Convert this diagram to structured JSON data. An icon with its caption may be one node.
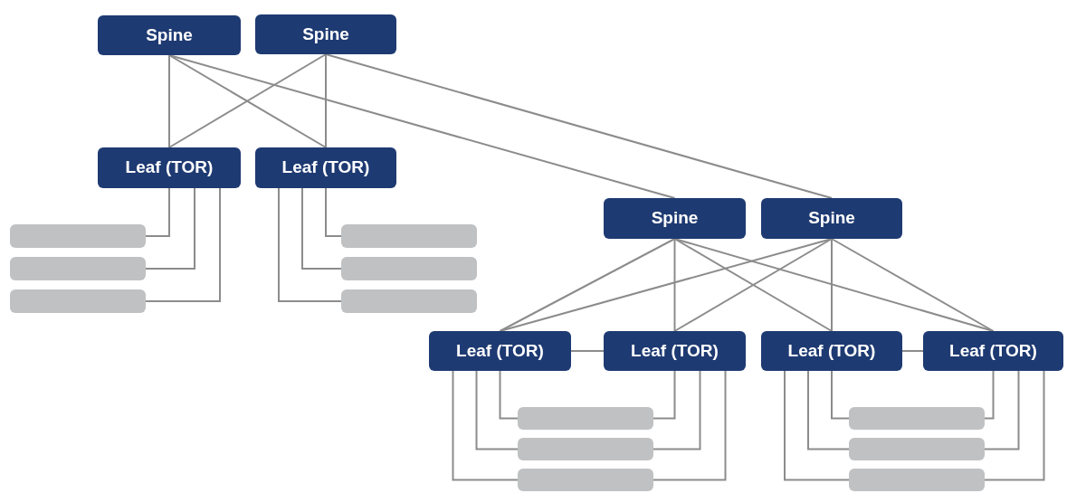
{
  "diagram": {
    "nodes": [
      {
        "text": [
          "Spine"
        ]
      },
      {
        "text": [
          "Spine"
        ]
      },
      {
        "text": [
          "Leaf (TOR)"
        ]
      },
      {
        "text": [
          "Leaf (TOR)"
        ]
      },
      {
        "text": [
          "Spine"
        ]
      },
      {
        "text": [
          "Spine"
        ]
      },
      {
        "text": [
          "Leaf (TOR)"
        ]
      },
      {
        "text": [
          "Leaf (TOR)"
        ]
      },
      {
        "text": [
          "Leaf (TOR)"
        ]
      },
      {
        "text": [
          "Leaf (TOR)"
        ]
      },
      {
        "text": [],
        "shape": "bar"
      },
      {
        "text": [],
        "shape": "bar"
      },
      {
        "text": [],
        "shape": "bar"
      },
      {
        "text": [],
        "shape": "bar"
      },
      {
        "text": [],
        "shape": "bar"
      },
      {
        "text": [],
        "shape": "bar"
      },
      {
        "text": [],
        "shape": "bar"
      },
      {
        "text": [],
        "shape": "bar"
      },
      {
        "text": [],
        "shape": "bar"
      },
      {
        "text": [],
        "shape": "bar"
      },
      {
        "text": [],
        "shape": "bar"
      },
      {
        "text": [],
        "shape": "bar"
      }
    ],
    "edges": [
      {
        "from": 0,
        "to": 2,
        "arrow": "none"
      },
      {
        "from": 0,
        "to": 3,
        "arrow": "none"
      },
      {
        "from": 1,
        "to": 2,
        "arrow": "none"
      },
      {
        "from": 1,
        "to": 3,
        "arrow": "none"
      },
      {
        "from": 0,
        "to": 4,
        "arrow": "none"
      },
      {
        "from": 1,
        "to": 5,
        "arrow": "none"
      },
      {
        "from": 4,
        "to": 6,
        "arrow": "none"
      },
      {
        "from": 4,
        "to": 7,
        "arrow": "none"
      },
      {
        "from": 4,
        "to": 8,
        "arrow": "none"
      },
      {
        "from": 4,
        "to": 9,
        "arrow": "none"
      },
      {
        "from": 5,
        "to": 6,
        "arrow": "none"
      },
      {
        "from": 5,
        "to": 7,
        "arrow": "none"
      },
      {
        "from": 5,
        "to": 8,
        "arrow": "none"
      },
      {
        "from": 5,
        "to": 9,
        "arrow": "none"
      },
      {
        "from": 6,
        "to": 7,
        "arrow": "none"
      },
      {
        "from": 8,
        "to": 9,
        "arrow": "none"
      },
      {
        "from": 2,
        "to": 10,
        "arrow": "none"
      },
      {
        "from": 2,
        "to": 11,
        "arrow": "none"
      },
      {
        "from": 2,
        "to": 12,
        "arrow": "none"
      },
      {
        "from": 3,
        "to": 13,
        "arrow": "none"
      },
      {
        "from": 3,
        "to": 14,
        "arrow": "none"
      },
      {
        "from": 3,
        "to": 15,
        "arrow": "none"
      },
      {
        "from": 6,
        "to": 16,
        "arrow": "none"
      },
      {
        "from": 6,
        "to": 17,
        "arrow": "none"
      },
      {
        "from": 6,
        "to": 18,
        "arrow": "none"
      },
      {
        "from": 7,
        "to": 16,
        "arrow": "none"
      },
      {
        "from": 7,
        "to": 17,
        "arrow": "none"
      },
      {
        "from": 7,
        "to": 18,
        "arrow": "none"
      },
      {
        "from": 8,
        "to": 19,
        "arrow": "none"
      },
      {
        "from": 8,
        "to": 20,
        "arrow": "none"
      },
      {
        "from": 8,
        "to": 21,
        "arrow": "none"
      },
      {
        "from": 9,
        "to": 19,
        "arrow": "none"
      },
      {
        "from": 9,
        "to": 20,
        "arrow": "none"
      },
      {
        "from": 9,
        "to": 21,
        "arrow": "none"
      }
    ]
  }
}
